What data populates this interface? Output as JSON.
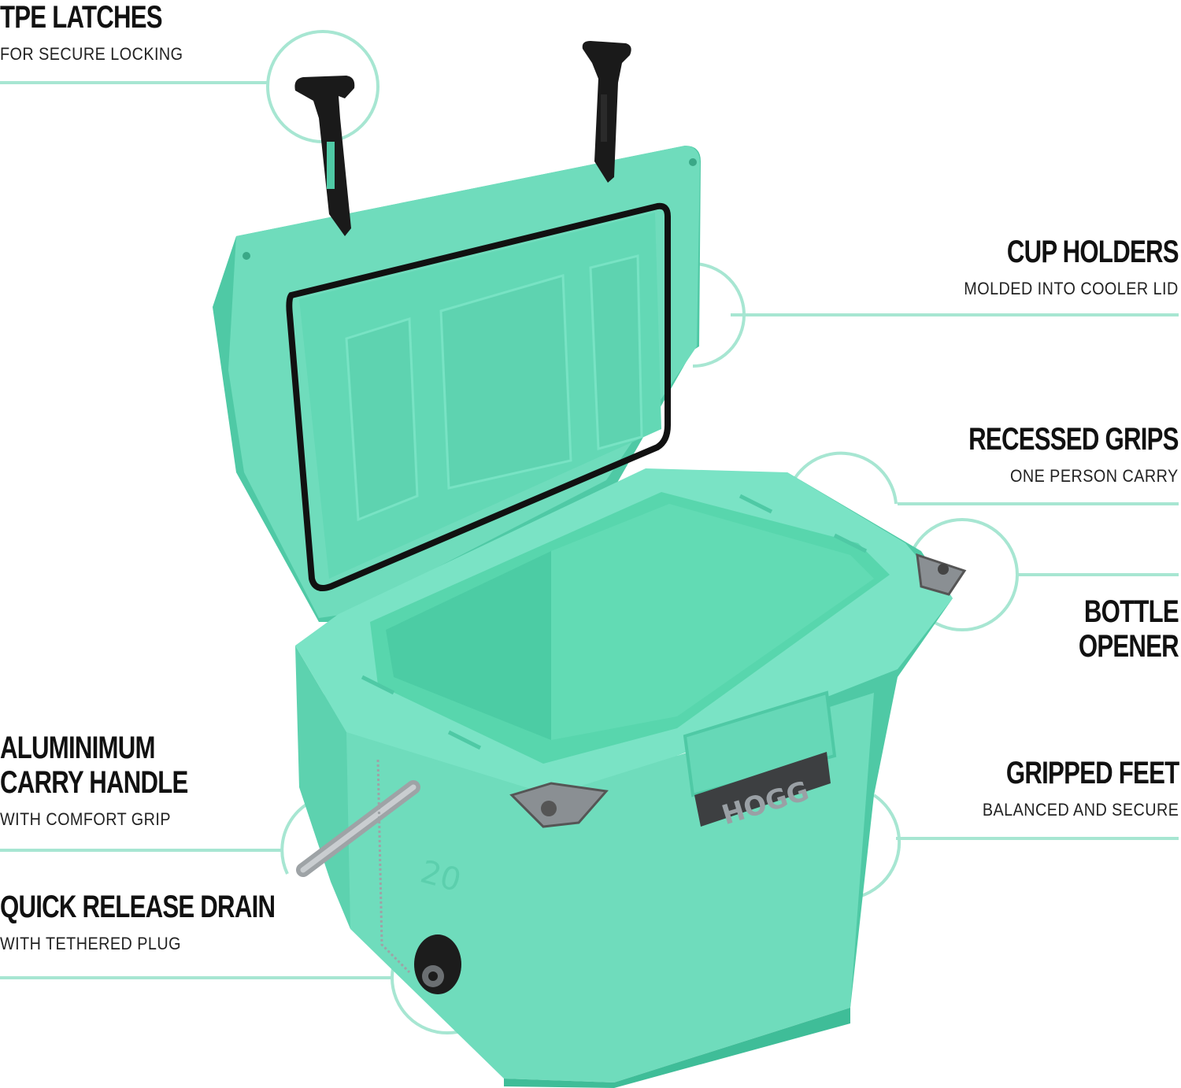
{
  "colors": {
    "accent_line": "#a7e6d2",
    "cooler_body": "#6fdcbc",
    "cooler_shadow": "#4fc9a5",
    "cooler_inner": "#58d6ad",
    "latch": "#1a1a1a",
    "gasket": "#111111"
  },
  "callouts": {
    "tpe_latches": {
      "title": "TPE LATCHES",
      "sub": "FOR SECURE LOCKING"
    },
    "cup_holders": {
      "title": "CUP HOLDERS",
      "sub": "MOLDED INTO COOLER LID"
    },
    "recessed_grips": {
      "title": "RECESSED GRIPS",
      "sub": "ONE PERSON CARRY"
    },
    "bottle_opener": {
      "title_line1": "BOTTLE",
      "title_line2": "OPENER"
    },
    "carry_handle": {
      "title_line1": "ALUMINIMUM",
      "title_line2": "CARRY HANDLE",
      "sub": "WITH COMFORT GRIP"
    },
    "gripped_feet": {
      "title": "GRIPPED FEET",
      "sub": "BALANCED AND SECURE"
    },
    "drain": {
      "title": "QUICK RELEASE DRAIN",
      "sub": "WITH TETHERED PLUG"
    }
  },
  "product": {
    "brand_plate": "HOGG",
    "size_mark": "20"
  },
  "icons": [
    "latch-icon",
    "bottle-opener-icon",
    "drain-plug-icon",
    "handle-icon"
  ]
}
